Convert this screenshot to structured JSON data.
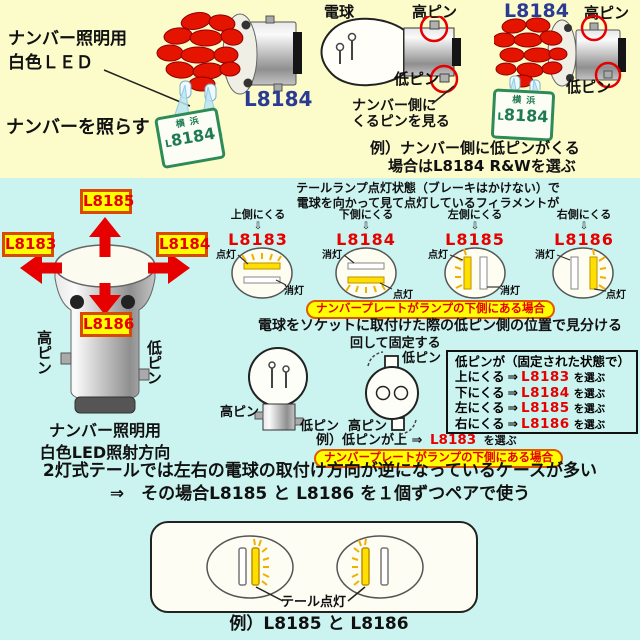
{
  "colors": {
    "top_bg": "#FCFCCB",
    "main_bg": "#CBF4F1",
    "model_red": "#E60000",
    "tag_yellow": "#FFFF00",
    "tag_border": "#D94A00",
    "code_navy": "#2B3A93",
    "plate_green": "#1E7A52",
    "lit_yellow": "#FFDF00"
  },
  "pins": {
    "high": "高ピン",
    "low": "低ピン"
  },
  "states": {
    "lit": "点灯",
    "off": "消灯"
  },
  "notes": {
    "below_lamp": "ナンバープレートがランプの下側にある場合"
  },
  "plate": {
    "region": "横浜",
    "prefix": "L",
    "digits": "8184"
  },
  "top": {
    "led_note1": "ナンバー照明用",
    "led_note2": "白色ＬＥＤ",
    "illuminate": "ナンバーを照らす",
    "code_left": "L8184",
    "bulb_word": "電球",
    "pin_note1": "ナンバー側に",
    "pin_note2": "くるピンを見る",
    "code_right": "L8184",
    "example1": "例）ナンバー側に低ピンがくる",
    "example2": "場合はL8184 R&Wを選ぶ"
  },
  "direction": {
    "up": "L8185",
    "left": "L8183",
    "right": "L8184",
    "down": "L8186",
    "caption1": "ナンバー照明用",
    "caption2": "白色LED照射方向"
  },
  "filament": {
    "intro1": "テールランプ点灯状態（ブレーキはかけない）で",
    "intro2": "電球を向かって見て点灯しているフィラメントが",
    "down_arrow": "⇩",
    "columns": [
      {
        "pos": "上側にくる",
        "model": "L8183"
      },
      {
        "pos": "下側にくる",
        "model": "L8184"
      },
      {
        "pos": "左側にくる",
        "model": "L8185"
      },
      {
        "pos": "右側にくる",
        "model": "L8186"
      }
    ]
  },
  "socket": {
    "title": "電球をソケットに取付けた際の低ピン側の位置で見分ける",
    "rotate": "回して固定する",
    "box_header": "低ピンが（固定された状態で）",
    "rule_arrow": "⇒",
    "rule_suffix": "を選ぶ",
    "rules": [
      {
        "pos": "上にくる",
        "model": "L8183"
      },
      {
        "pos": "下にくる",
        "model": "L8184"
      },
      {
        "pos": "左にくる",
        "model": "L8185"
      },
      {
        "pos": "右にくる",
        "model": "L8186"
      }
    ],
    "example_prefix": "例）低ピンが上 ⇒",
    "example_model": "L8183",
    "example_suffix": "を選ぶ"
  },
  "pair": {
    "line1": "2灯式テールでは左右の電球の取付け方向が逆になっているケースが多い",
    "line2": "⇒　その場合L8185 と L8186 を１個ずつペアで使う",
    "tail_lit": "テール点灯",
    "caption": "例）L8185 と L8186"
  }
}
